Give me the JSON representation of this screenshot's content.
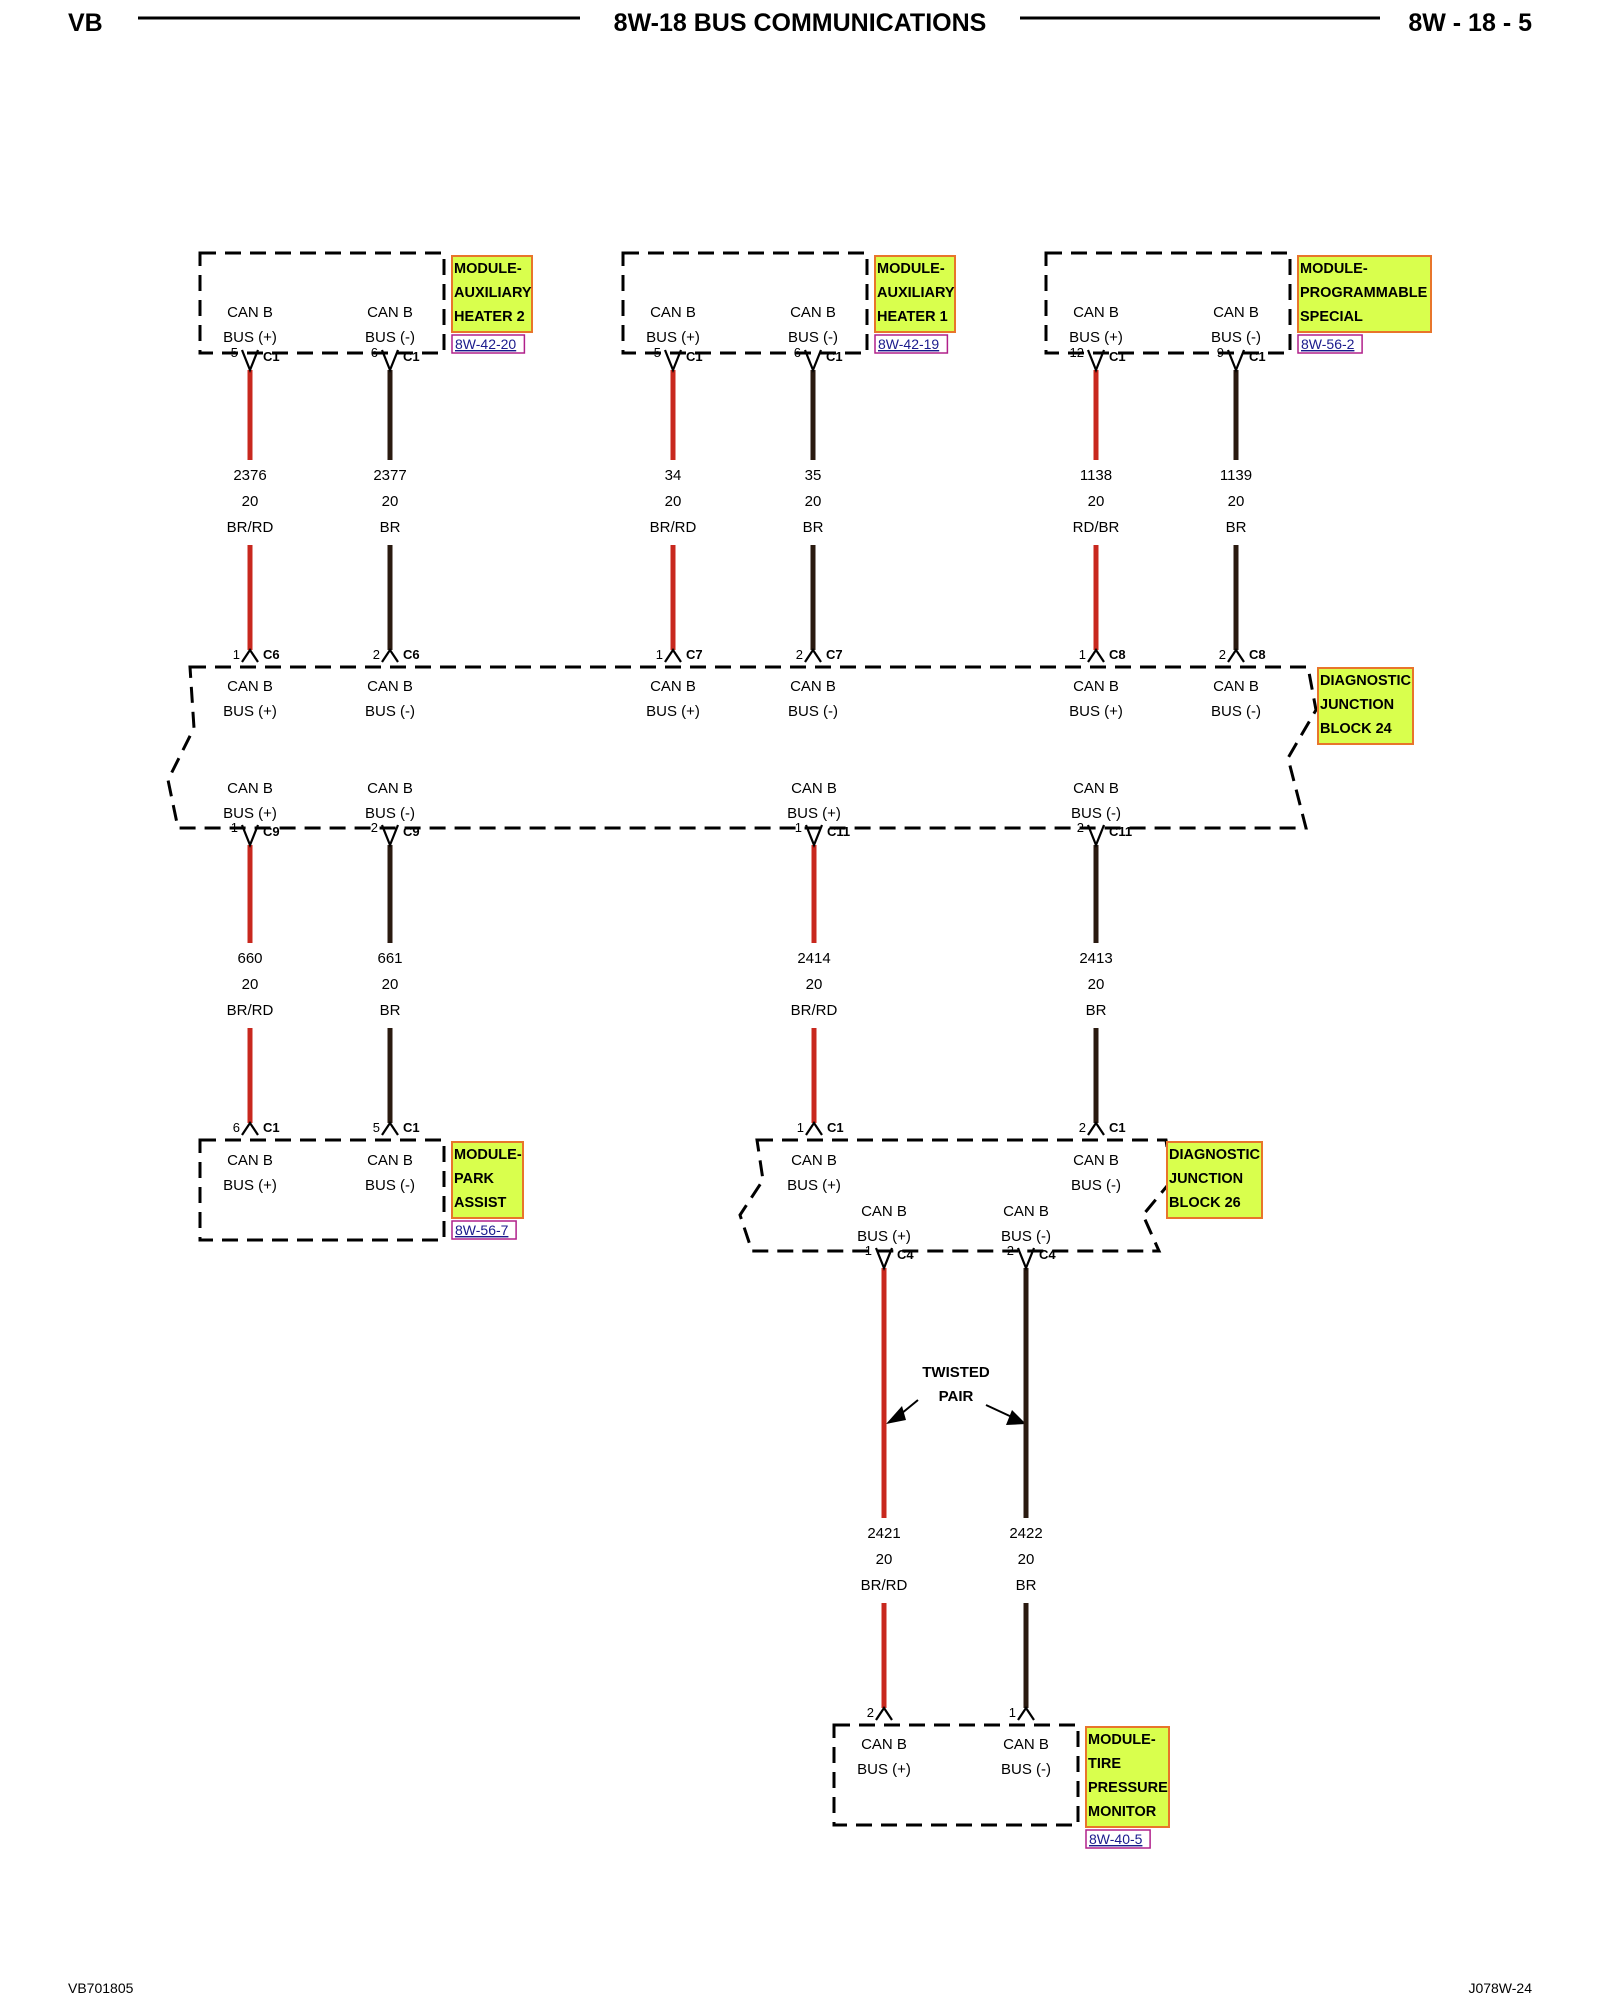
{
  "header": {
    "left": "VB",
    "title": "8W-18 BUS COMMUNICATIONS",
    "right": "8W - 18 - 5"
  },
  "footer": {
    "left": "VB701805",
    "right": "J078W-24"
  },
  "labels": {
    "can_b": "CAN B",
    "bus_plus": "BUS (+)",
    "bus_minus": "BUS (-)",
    "twisted": "TWISTED",
    "pair": "PAIR"
  },
  "colors": {
    "BR/RD": "#c8281e",
    "RD/BR": "#c8281e",
    "BR": "#2a1a10",
    "highlight": "#d9ff4d",
    "highlight_border": "#e8752b"
  },
  "modules": [
    {
      "id": "aux-heater-2",
      "lines": [
        "MODULE-",
        "AUXILIARY",
        "HEATER 2"
      ],
      "ref": "8W-42-20"
    },
    {
      "id": "aux-heater-1",
      "lines": [
        "MODULE-",
        "AUXILIARY",
        "HEATER 1"
      ],
      "ref": "8W-42-19"
    },
    {
      "id": "programmable-special",
      "lines": [
        "MODULE-",
        "PROGRAMMABLE",
        "SPECIAL"
      ],
      "ref": "8W-56-2"
    },
    {
      "id": "djb-24",
      "lines": [
        "DIAGNOSTIC",
        "JUNCTION",
        "BLOCK 24"
      ],
      "ref": ""
    },
    {
      "id": "park-assist",
      "lines": [
        "MODULE-",
        "PARK",
        "ASSIST"
      ],
      "ref": "8W-56-7"
    },
    {
      "id": "djb-26",
      "lines": [
        "DIAGNOSTIC",
        "JUNCTION",
        "BLOCK 26"
      ],
      "ref": ""
    },
    {
      "id": "tpm",
      "lines": [
        "MODULE-",
        "TIRE",
        "PRESSURE",
        "MONITOR"
      ],
      "ref": "8W-40-5"
    }
  ],
  "wires": [
    {
      "circuit": "2376",
      "gauge": "20",
      "color": "BR/RD",
      "top_pin": "5",
      "top_conn": "C1",
      "bottom_pin": "1",
      "bottom_conn": "C6"
    },
    {
      "circuit": "2377",
      "gauge": "20",
      "color": "BR",
      "top_pin": "6",
      "top_conn": "C1",
      "bottom_pin": "2",
      "bottom_conn": "C6"
    },
    {
      "circuit": "34",
      "gauge": "20",
      "color": "BR/RD",
      "top_pin": "5",
      "top_conn": "C1",
      "bottom_pin": "1",
      "bottom_conn": "C7"
    },
    {
      "circuit": "35",
      "gauge": "20",
      "color": "BR",
      "top_pin": "6",
      "top_conn": "C1",
      "bottom_pin": "2",
      "bottom_conn": "C7"
    },
    {
      "circuit": "1138",
      "gauge": "20",
      "color": "RD/BR",
      "top_pin": "12",
      "top_conn": "C1",
      "bottom_pin": "1",
      "bottom_conn": "C8"
    },
    {
      "circuit": "1139",
      "gauge": "20",
      "color": "BR",
      "top_pin": "9",
      "top_conn": "C1",
      "bottom_pin": "2",
      "bottom_conn": "C8"
    },
    {
      "circuit": "660",
      "gauge": "20",
      "color": "BR/RD",
      "top_pin": "1",
      "top_conn": "C9",
      "bottom_pin": "6",
      "bottom_conn": "C1"
    },
    {
      "circuit": "661",
      "gauge": "20",
      "color": "BR",
      "top_pin": "2",
      "top_conn": "C9",
      "bottom_pin": "5",
      "bottom_conn": "C1"
    },
    {
      "circuit": "2414",
      "gauge": "20",
      "color": "BR/RD",
      "top_pin": "1",
      "top_conn": "C11",
      "bottom_pin": "1",
      "bottom_conn": "C1"
    },
    {
      "circuit": "2413",
      "gauge": "20",
      "color": "BR",
      "top_pin": "2",
      "top_conn": "C11",
      "bottom_pin": "2",
      "bottom_conn": "C1"
    },
    {
      "circuit": "2421",
      "gauge": "20",
      "color": "BR/RD",
      "top_pin": "1",
      "top_conn": "C4",
      "bottom_pin": "2",
      "bottom_conn": ""
    },
    {
      "circuit": "2422",
      "gauge": "20",
      "color": "BR",
      "top_pin": "2",
      "top_conn": "C4",
      "bottom_pin": "1",
      "bottom_conn": ""
    }
  ]
}
